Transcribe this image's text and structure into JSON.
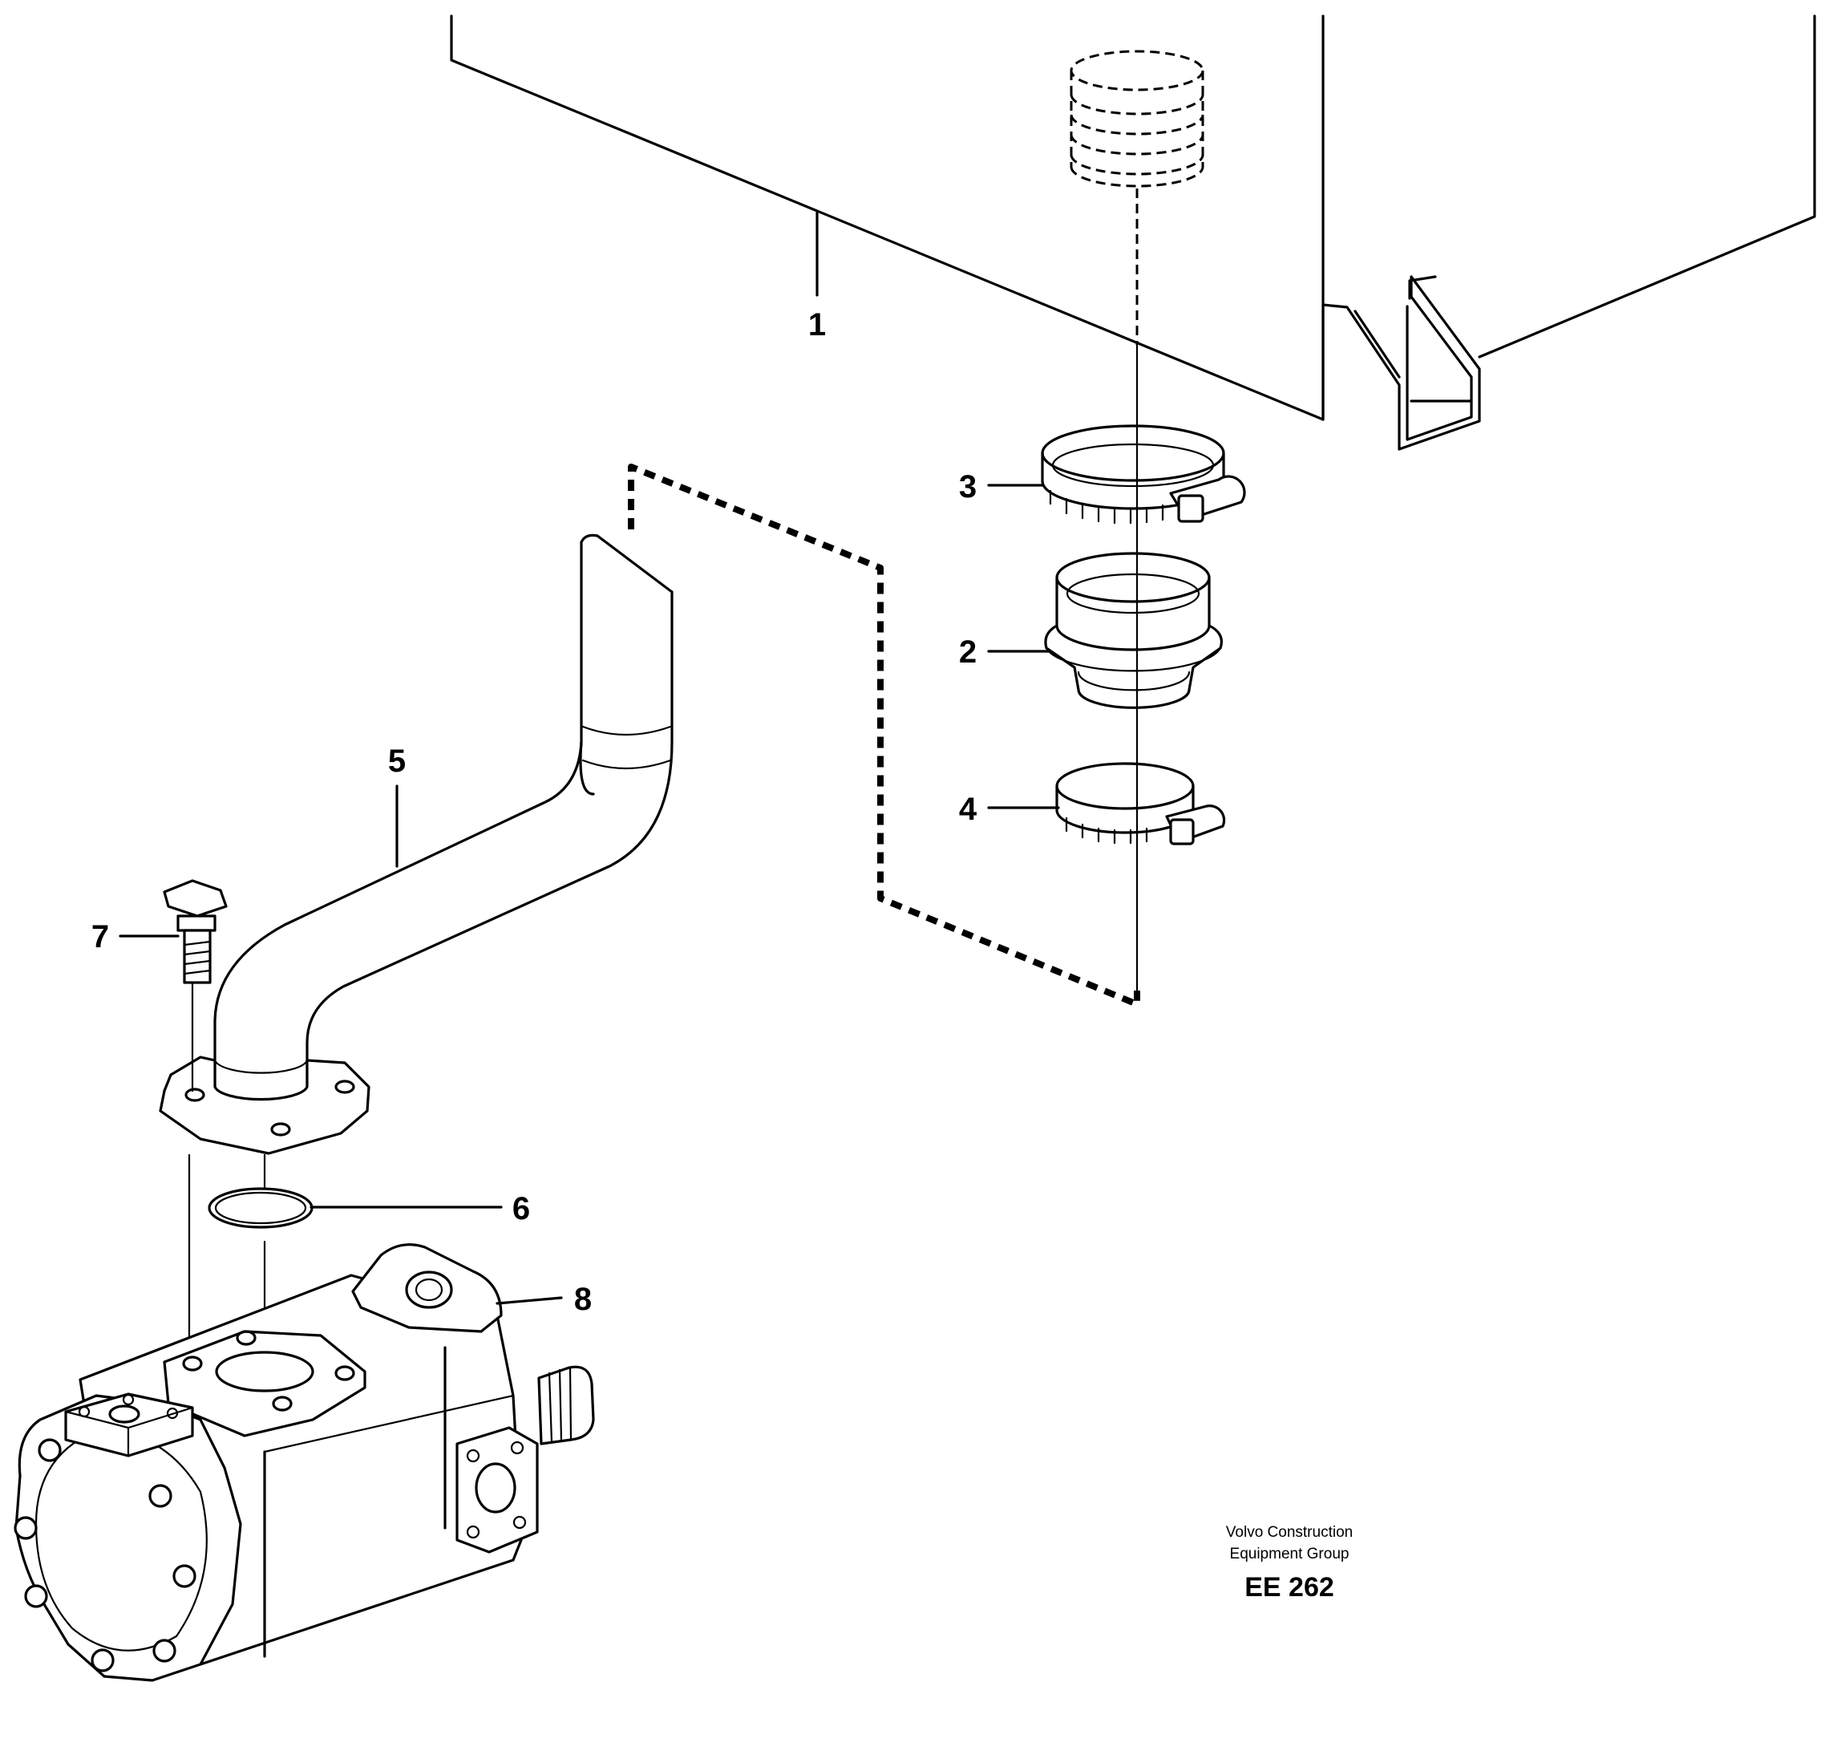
{
  "callouts": {
    "c1": "1",
    "c2": "2",
    "c3": "3",
    "c4": "4",
    "c5": "5",
    "c6": "6",
    "c7": "7",
    "c8": "8"
  },
  "footer": {
    "brand_line1": "Volvo Construction",
    "brand_line2": "Equipment Group",
    "code": "EE 262"
  }
}
